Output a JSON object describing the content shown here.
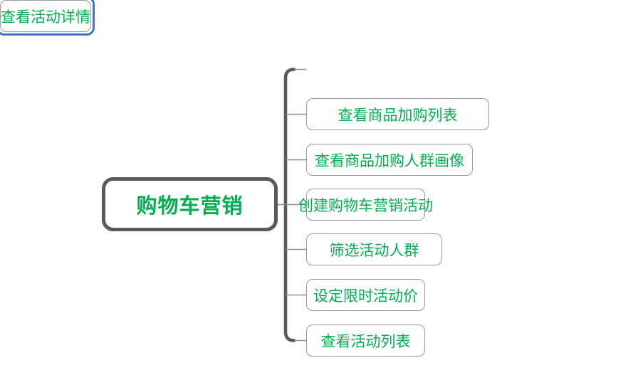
{
  "app": {
    "description": "mind map canvas",
    "background": "#ffffff"
  },
  "colors": {
    "node_text_green": "#00B050",
    "child_border_gray": "#9B9B9B",
    "root_border_gray": "#595959",
    "trunk_gray": "#595959",
    "branch_gray": "#8F8F8F",
    "selection_blue": "#4472C4"
  },
  "root": {
    "label": "购物车营销"
  },
  "children": [
    {
      "label": "查看商品加购列表",
      "selected": false
    },
    {
      "label": "查看商品加购人群画像",
      "selected": false
    },
    {
      "label": "创建购物车营销活动",
      "selected": false
    },
    {
      "label": "筛选活动人群",
      "selected": false
    },
    {
      "label": "设定限时活动价",
      "selected": false
    },
    {
      "label": "查看活动列表",
      "selected": false
    },
    {
      "label": "查看活动详情",
      "selected": true
    }
  ]
}
